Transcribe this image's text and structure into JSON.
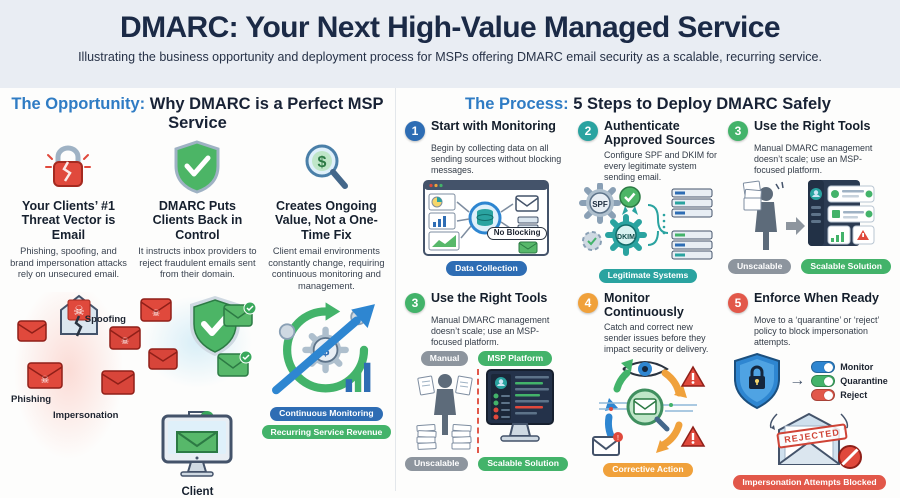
{
  "header": {
    "title": "DMARC: Your Next High-Value Managed Service",
    "subtitle": "Illustrating the business opportunity and deployment process for MSPs offering DMARC email security as a scalable, recurring service."
  },
  "colors": {
    "accent_blue": "#2f7cc4",
    "navy": "#1b2a46",
    "header_bg": "#e9edf3",
    "step1": "#2e6db4",
    "step2": "#2aa3a0",
    "step3": "#43b36a",
    "step4": "#f0a13b",
    "step5": "#e2584a",
    "pill_gray": "#8d959e",
    "danger_red": "#e0493c",
    "success_green": "#43b36a"
  },
  "opportunity": {
    "heading_accent": "The Opportunity:",
    "heading_rest": " Why DMARC is a Perfect MSP Service",
    "columns": [
      {
        "title": "Your Clients’ #1 Threat Vector is Email",
        "body": "Phishing, spoofing, and brand impersonation attacks rely on unsecured email.",
        "labels": {
          "spoofing": "Spoofing",
          "phishing": "Phishing",
          "impersonation": "Impersonation"
        }
      },
      {
        "title": "DMARC Puts Clients Back in Control",
        "body": "It instructs inbox providers to reject fraudulent emails sent from their domain.",
        "client_label": "Client"
      },
      {
        "title": "Creates Ongoing Value, Not a One-Time Fix",
        "body": "Client email environments constantly change, requiring continuous monitoring and management.",
        "pills": [
          "Continuous Monitoring",
          "Recurring Service Revenue"
        ]
      }
    ]
  },
  "process": {
    "heading_accent": "The Process:",
    "heading_rest": " 5 Steps to Deploy DMARC Safely",
    "steps": [
      {
        "num": "1",
        "title": "Start with Monitoring",
        "body": "Begin by collecting data on all sending sources without blocking messages.",
        "tag": "No Blocking",
        "pill": "Data Collection"
      },
      {
        "num": "2",
        "title": "Authenticate Approved Sources",
        "body": "Configure SPF and DKIM for every legitimate system sending email.",
        "gear1": "SPF",
        "gear2": "DKIM",
        "pill": "Legitimate Systems"
      },
      {
        "num": "3",
        "title": "Use the Right Tools",
        "body": "Manual DMARC management doesn’t scale; use an MSP-focused platform.",
        "pill_gray": "Unscalable",
        "pill_green": "Scalable Solution"
      },
      {
        "num": "3",
        "title": "Use the Right Tools",
        "body": "Manual DMARC management doesn’t scale; use an MSP-focused platform.",
        "top_pill_gray": "Manual",
        "top_pill_green": "MSP Platform",
        "pill_gray": "Unscalable",
        "pill_green": "Scalable Solution"
      },
      {
        "num": "4",
        "title": "Monitor Continuously",
        "body": "Catch and correct new sender issues before they impact security or delivery.",
        "pill": "Corrective Action"
      },
      {
        "num": "5",
        "title": "Enforce When Ready",
        "body": "Move to a ‘quarantine’ or ‘reject’ policy to block impersonation attempts.",
        "toggles": [
          {
            "label": "Monitor"
          },
          {
            "label": "Quarantine"
          },
          {
            "label": "Reject"
          }
        ],
        "stamp": "REJECTED",
        "pill": "Impersonation Attempts Blocked"
      }
    ]
  }
}
